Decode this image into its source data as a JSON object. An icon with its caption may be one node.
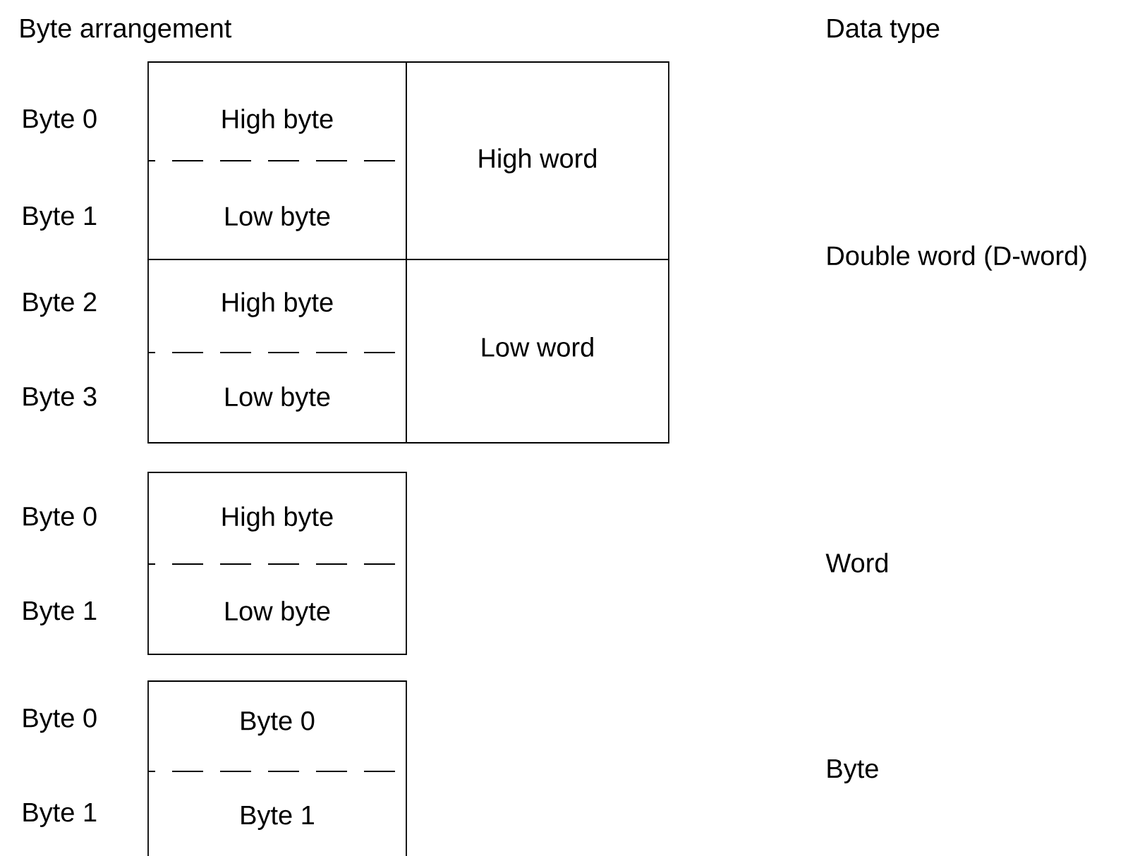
{
  "diagram": {
    "nodes": [
      {
        "text": [
          "High byte",
          "Low byte"
        ]
      },
      {
        "text": [
          "High word"
        ]
      },
      {
        "text": [
          "High byte",
          "Low byte"
        ]
      },
      {
        "text": [
          "Low word"
        ]
      },
      {
        "text": [
          "High byte",
          "Low byte"
        ]
      },
      {
        "text": [
          "Byte 0",
          "Byte 1"
        ]
      }
    ],
    "labels": [
      "Byte arrangement",
      "Data type",
      "Byte 0",
      "Byte 1",
      "Double word (D-word)",
      "Byte 2",
      "Byte 3",
      "Byte 0",
      "Word",
      "Byte 1",
      "Byte 0",
      "Byte",
      "Byte 1"
    ]
  }
}
